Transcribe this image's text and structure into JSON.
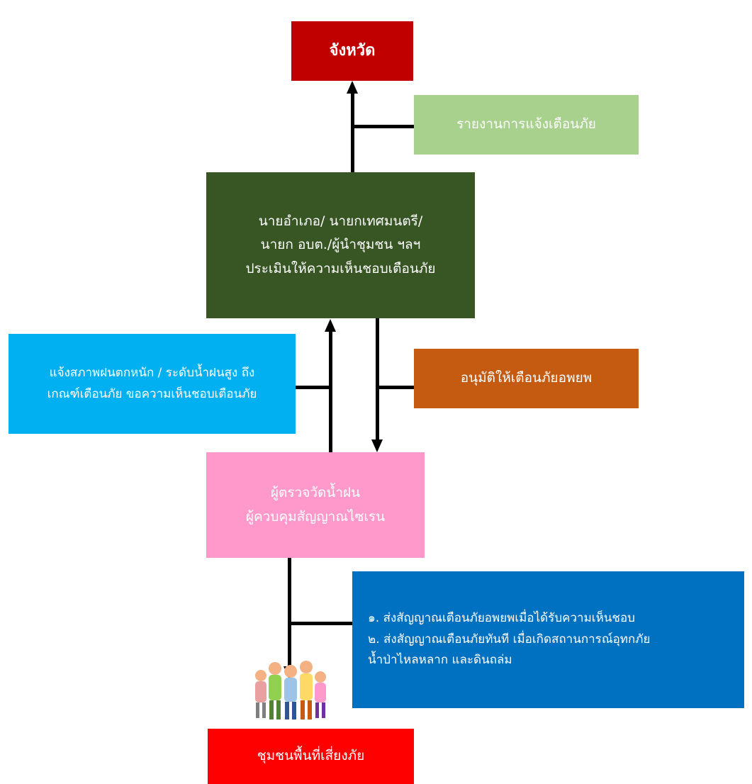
{
  "province": {
    "label": "จังหวัด",
    "color": "#c00000"
  },
  "report": {
    "label": "รายงานการแจ้งเตือนภัย",
    "color": "#a9d18e"
  },
  "officials": {
    "lines": [
      "นายอำเภอ/ นายกเทศมนตรี/",
      "นายก อบต./ผู้นำชุมชน ฯลฯ",
      "ประเมินให้ความเห็นชอบเตือนภัย"
    ],
    "color": "#375623"
  },
  "notify": {
    "lines": [
      "แจ้งสภาพฝนตกหนัก / ระดับน้ำฝนสูง ถึง",
      "เกณฑ์เตือนภัย ขอความเห็นชอบเตือนภัย"
    ],
    "color": "#00b0f0"
  },
  "approve": {
    "label": "อนุมัติให้เตือนภัยอพยพ",
    "color": "#c55a11"
  },
  "observer": {
    "lines": [
      "ผู้ตรวจวัดน้ำฝน",
      "ผู้ควบคุมสัญญาณไซเรน"
    ],
    "color": "#ff99cc"
  },
  "signals": {
    "lines": [
      "๑. ส่งสัญญาณเตือนภัยอพยพเมื่อได้รับความเห็นชอบ",
      "๒. ส่งสัญญาณเตือนภัยทันที เมื่อเกิดสถานการณ์อุทกภัย",
      "น้ำป่าไหลหลาก และดินถล่ม"
    ],
    "color": "#0070c0"
  },
  "community": {
    "label": "ชุมชนพื้นที่เสี่ยงภัย",
    "color": "#ff0000"
  }
}
